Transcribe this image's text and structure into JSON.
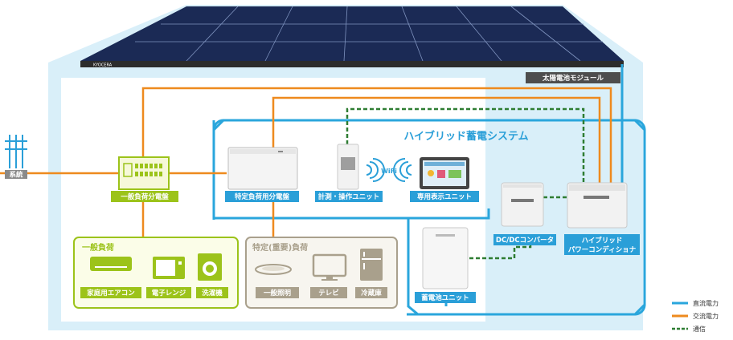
{
  "solar_module": {
    "label": "太陽電池モジュール",
    "brand": "KYOCERA"
  },
  "grid": {
    "label": "系統"
  },
  "hybrid_system": {
    "title": "ハイブリッド蓄電システム"
  },
  "panels": {
    "general": {
      "label": "一般負荷分電盤"
    },
    "specific": {
      "label": "特定負荷用分電盤"
    }
  },
  "units": {
    "measure": {
      "label": "計測・操作ユニット"
    },
    "display": {
      "label": "専用表示ユニット"
    },
    "dcdc": {
      "label": "DC/DCコンバータ"
    },
    "pcs": {
      "line1": "ハイブリッド",
      "line2": "パワーコンディショナ"
    },
    "battery": {
      "label": "蓄電池ユニット"
    }
  },
  "wifi": {
    "label": "WiFi"
  },
  "general_load": {
    "title": "一般負荷",
    "items": [
      "家庭用エアコン",
      "電子レンジ",
      "洗濯機"
    ]
  },
  "specific_load": {
    "title": "特定(重要)負荷",
    "items": [
      "一般照明",
      "テレビ",
      "冷蔵庫"
    ]
  },
  "legend": {
    "dc": "直流電力",
    "ac": "交流電力",
    "comm": "通信"
  },
  "colors": {
    "dc": "#2aa6dc",
    "ac": "#ee8a1e",
    "comm": "#2e7d32",
    "green_label": "#9cc31a",
    "gray_label": "#a9a08c",
    "blue_label": "#2a9fd8",
    "house": "#d9eff9"
  }
}
